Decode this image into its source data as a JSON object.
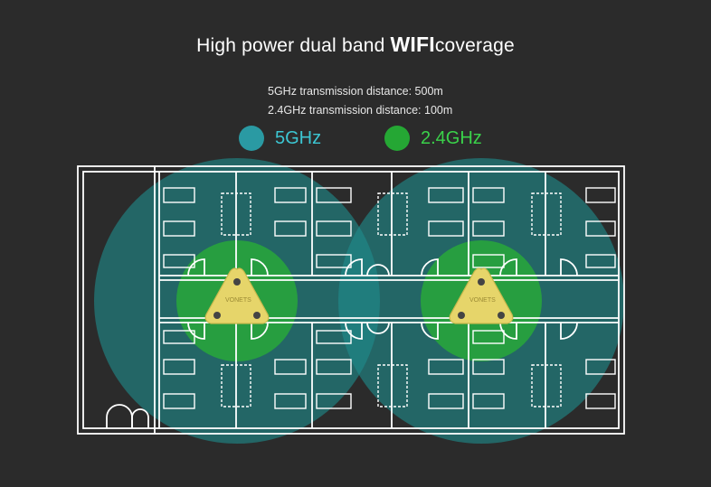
{
  "header": {
    "title_prefix": "High power dual band ",
    "title_strong": "WIFI",
    "title_suffix": "coverage",
    "line1": "5GHz transmission distance: 500m",
    "line2": "2.4GHz transmission distance: 100m"
  },
  "legend": [
    {
      "label": "5GHz",
      "color": "#2a9aa3"
    },
    {
      "label": "2.4GHz",
      "color": "#25a734"
    }
  ],
  "device": {
    "brand_mark": "VONETS"
  },
  "colors": {
    "background": "#2b2b2b",
    "walls": "#ffffff",
    "device": "#e6d56a"
  }
}
